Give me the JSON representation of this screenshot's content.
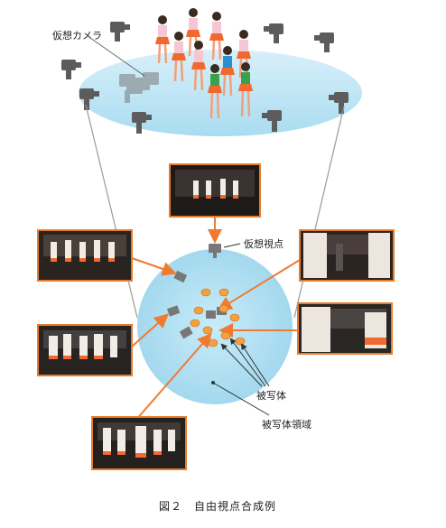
{
  "labels": {
    "virtual_camera": "仮想カメラ",
    "virtual_viewpoint": "仮想視点",
    "subject": "被写体",
    "subject_region": "被写体領域"
  },
  "caption": "図２　自由視点合成例",
  "colors": {
    "stage": "#bfe6f4",
    "arrow": "#f07a30",
    "frame": "#e77c2c",
    "subject_marker": "#f4a041",
    "camera": "#6e6e6e",
    "leader": "#555555"
  }
}
